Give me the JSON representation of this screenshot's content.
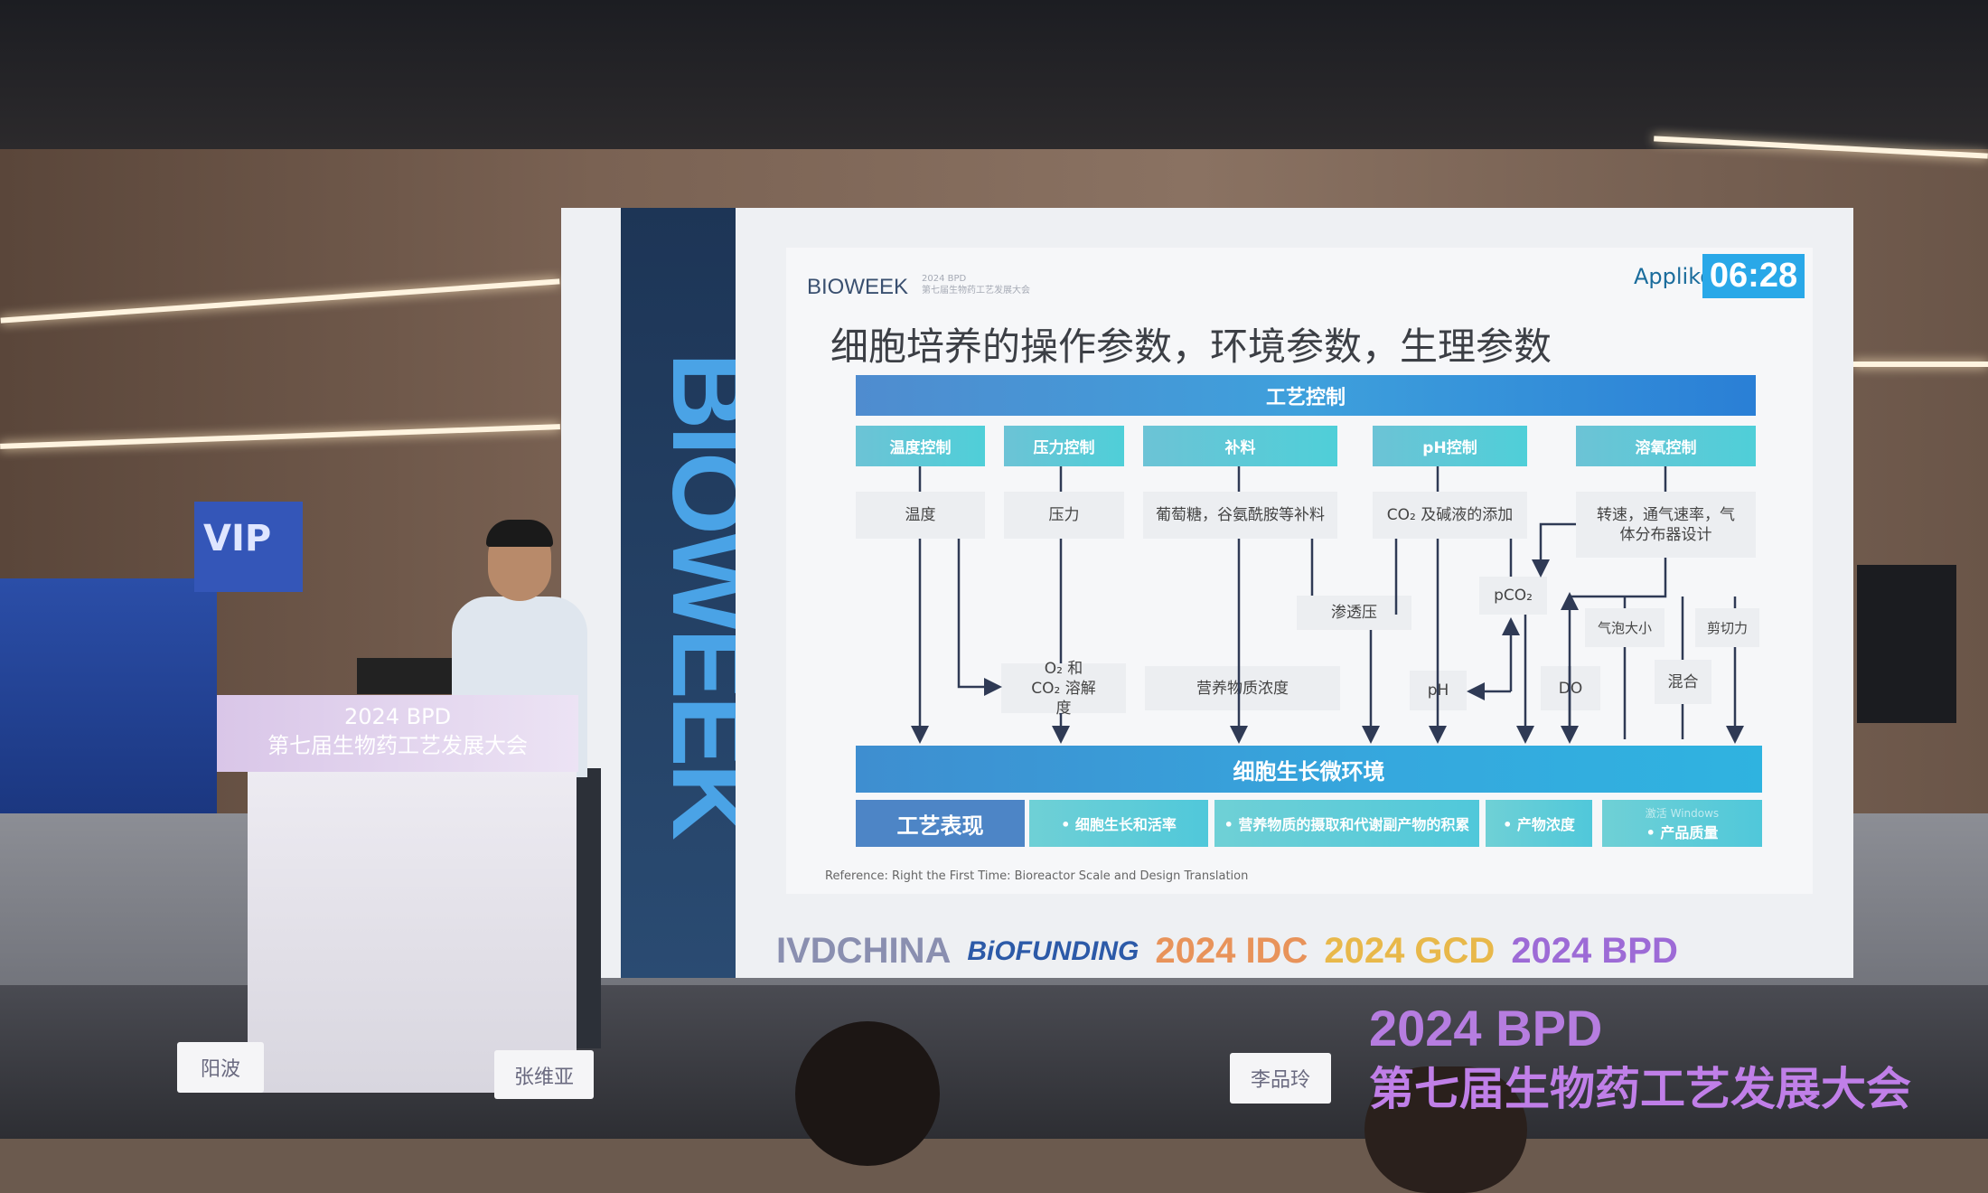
{
  "venue": {
    "vip_sign": "VIP",
    "name_cards": [
      "阳波",
      "张维亚",
      "李品玲"
    ],
    "podium_banner": [
      "2024 BPD",
      "第七届生物药工艺发展大会"
    ],
    "stage_banner": {
      "title": "2024 BPD",
      "subtitle": "第七届生物药工艺发展大会"
    },
    "vertical_banner": "BIOWEEK"
  },
  "slide": {
    "timer": "06:28",
    "sponsor_logo": "Applikon",
    "header_logo": "BIOWEEK",
    "header_sub": [
      "2024 BPD",
      "第七届生物药工艺发展大会"
    ],
    "title": "细胞培养的操作参数，环境参数，生理参数",
    "top_bar": "工艺控制",
    "controls": [
      "温度控制",
      "压力控制",
      "补料",
      "pH控制",
      "溶氧控制"
    ],
    "inputs": [
      "温度",
      "压力",
      "葡萄糖，谷氨酰胺等补料",
      "CO₂ 及碱液的添加",
      "转速，通气速率，气体分布器设计"
    ],
    "intermediates": {
      "osmotic": "渗透压",
      "pco2": "pCO₂",
      "bubble": "气泡大小",
      "shear": "剪切力",
      "o2co2": "O₂ 和 CO₂ 溶解度",
      "nutrient": "营养物质浓度",
      "ph": "pH",
      "do": "DO",
      "mixing": "混合"
    },
    "env_bar": "细胞生长微环境",
    "performance_label": "工艺表现",
    "performance": [
      "• 细胞生长和活率",
      "• 营养物质的摄取和代谢副产物的积累",
      "• 产物浓度",
      "• 产品质量"
    ],
    "watermark": "激活 Windows",
    "reference": "Reference: Right the First Time: Bioreactor Scale and  Design Translation"
  },
  "logos": [
    {
      "text": "IVDCHINA",
      "color": "#8a8fb0"
    },
    {
      "text": "BiOFUNDING",
      "color": "#2c5aa8"
    },
    {
      "text": "2024 IDC",
      "color": "#e8935a"
    },
    {
      "text": "2024 GCD",
      "color": "#e8b84a"
    },
    {
      "text": "2024 BPD",
      "color": "#9d6bd6"
    }
  ]
}
